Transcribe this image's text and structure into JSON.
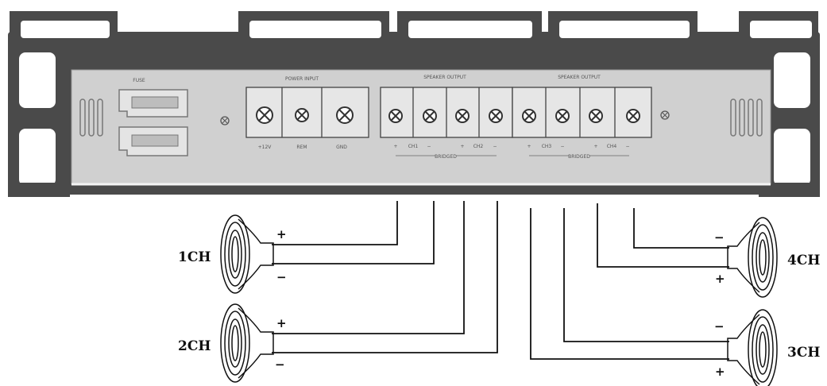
{
  "panel": {
    "fuse_label": "FUSE",
    "power_input": {
      "title": "POWER INPUT",
      "terminals": [
        "+12V",
        "REM",
        "GND"
      ]
    },
    "speaker_output_left": {
      "title": "SPEAKER OUTPUT",
      "terminal_marks": [
        "+",
        "CH1",
        "−",
        "+",
        "CH2",
        "−"
      ],
      "bridge_label": "BRIDGED"
    },
    "speaker_output_right": {
      "title": "SPEAKER OUTPUT",
      "terminal_marks": [
        "+",
        "CH3",
        "−",
        "+",
        "CH4",
        "−"
      ],
      "bridge_label": "BRIDGED"
    }
  },
  "speakers": {
    "ch1": {
      "label": "1CH",
      "plus": "+",
      "minus": "−"
    },
    "ch2": {
      "label": "2CH",
      "plus": "+",
      "minus": "−"
    },
    "ch3": {
      "label": "3CH",
      "plus": "+",
      "minus": "−"
    },
    "ch4": {
      "label": "4CH",
      "plus": "+",
      "minus": "−"
    }
  },
  "colors": {
    "body_dark": "#4a4a4a",
    "panel_face": "#d0d0d0",
    "wire": "#111111"
  }
}
